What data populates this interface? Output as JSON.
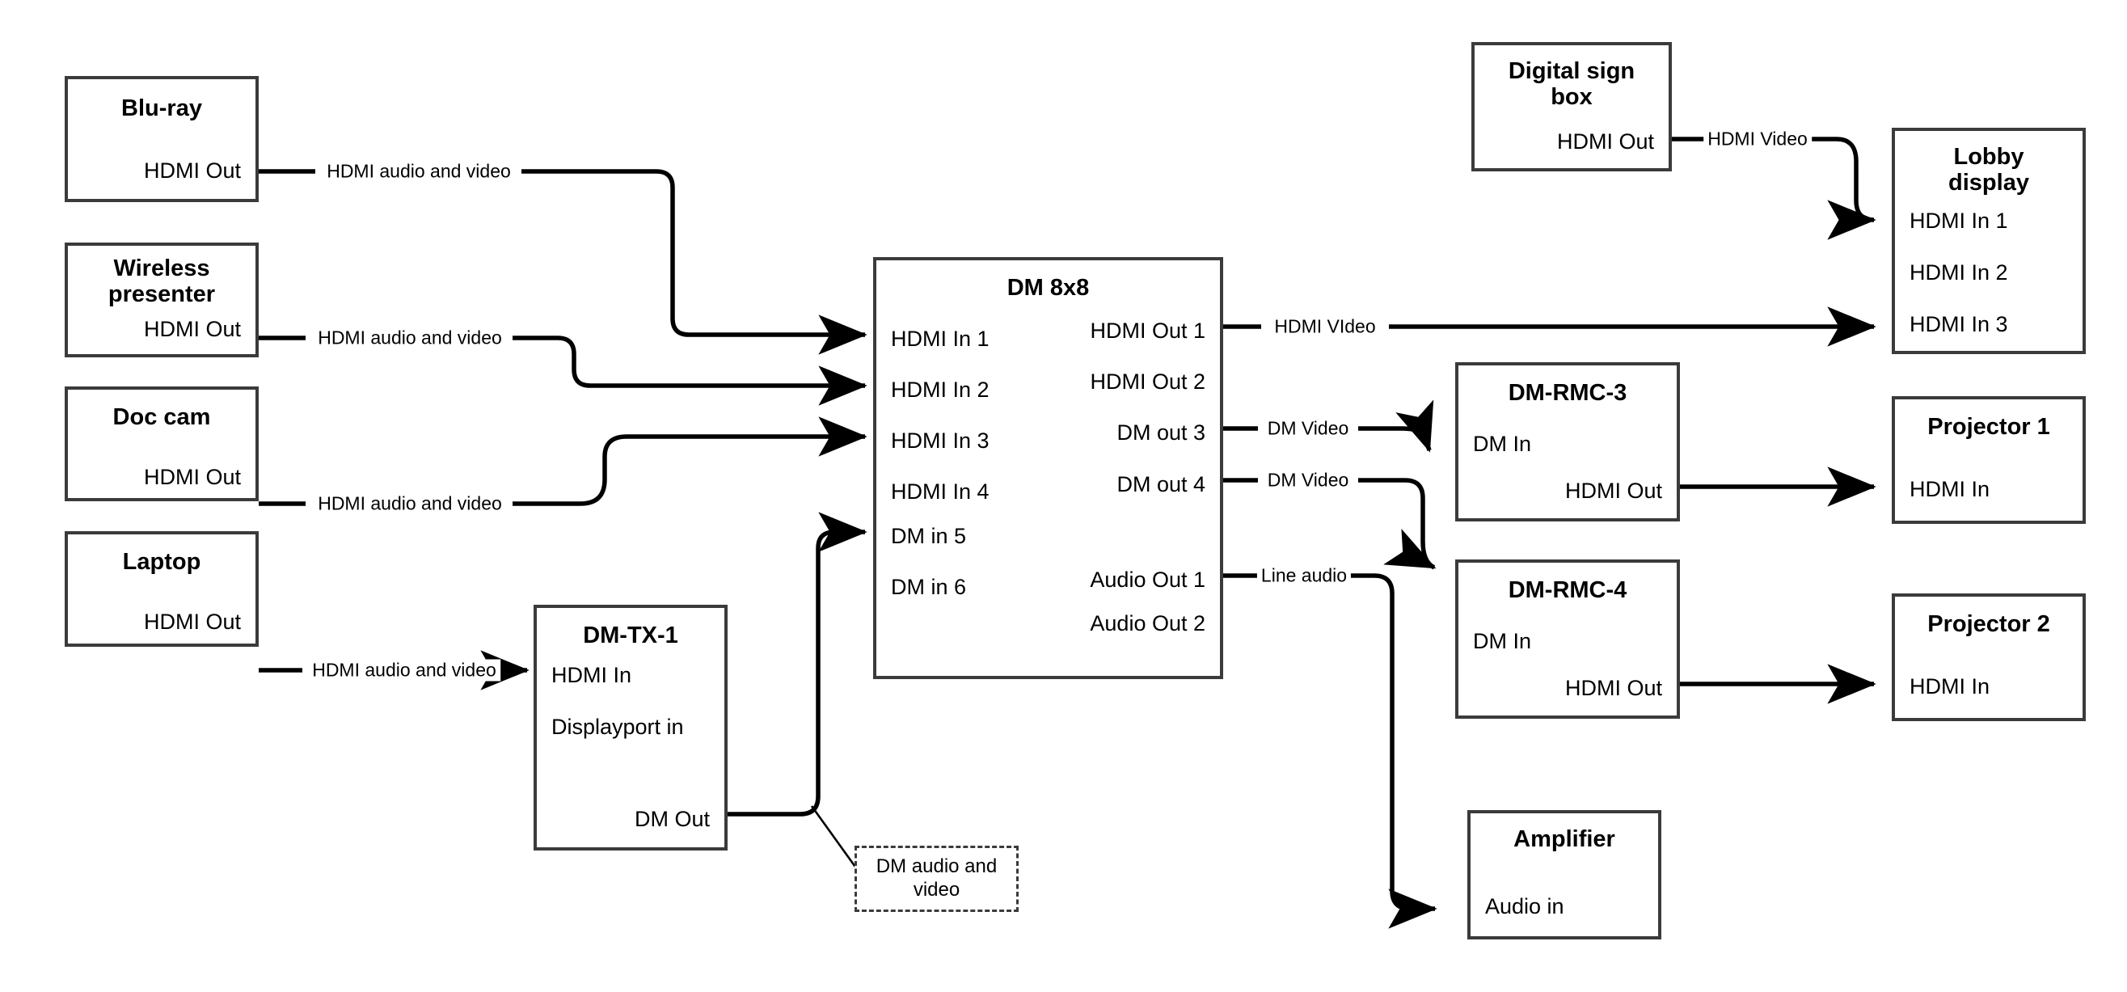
{
  "diagram": {
    "title": "AV Signal Flow Diagram",
    "stroke_color": "#3b3b3b",
    "line_color": "#000000",
    "background": "#ffffff"
  },
  "nodes": {
    "bluray": {
      "title": "Blu-ray",
      "port_out": "HDMI Out"
    },
    "wireless": {
      "title": "Wireless presenter",
      "port_out": "HDMI Out"
    },
    "doccam": {
      "title": "Doc cam",
      "port_out": "HDMI Out"
    },
    "laptop": {
      "title": "Laptop",
      "port_out": "HDMI Out"
    },
    "dmtx1": {
      "title": "DM-TX-1",
      "port_hdmi_in": "HDMI In",
      "port_dp_in": "Displayport in",
      "port_dm_out": "DM Out"
    },
    "dm8x8": {
      "title": "DM 8x8",
      "inputs": [
        "HDMI In 1",
        "HDMI In 2",
        "HDMI In 3",
        "HDMI In 4",
        "DM in 5",
        "DM in 6"
      ],
      "outputs": [
        "HDMI Out 1",
        "HDMI Out 2",
        "DM out 3",
        "DM out 4",
        "Audio Out 1",
        "Audio Out 2"
      ]
    },
    "digitalsign": {
      "title": "Digital sign box",
      "port_out": "HDMI Out"
    },
    "lobby": {
      "title": "Lobby display",
      "inputs": [
        "HDMI In 1",
        "HDMI In 2",
        "HDMI In 3"
      ]
    },
    "dmrmc3": {
      "title": "DM-RMC-3",
      "port_in": "DM In",
      "port_out": "HDMI Out"
    },
    "dmrmc4": {
      "title": "DM-RMC-4",
      "port_in": "DM In",
      "port_out": "HDMI Out"
    },
    "projector1": {
      "title": "Projector 1",
      "port_in": "HDMI In"
    },
    "projector2": {
      "title": "Projector 2",
      "port_in": "HDMI In"
    },
    "amplifier": {
      "title": "Amplifier",
      "port_in": "Audio in"
    }
  },
  "edge_labels": {
    "bluray_to_in1": "HDMI audio and video",
    "wireless_to_in2": "HDMI audio and video",
    "doccam_to_in3": "HDMI audio and video",
    "laptop_to_dmtx1": "HDMI audio and video",
    "sign_to_lobby1": "HDMI Video",
    "hdmiout1_to_lobby3": "HDMI VIdeo",
    "dmout3_to_rmc3": "DM Video",
    "dmout4_to_rmc4": "DM Video",
    "audioout1_to_amp": "Line audio"
  },
  "annotations": {
    "dm_audio_video": "DM audio and video"
  }
}
